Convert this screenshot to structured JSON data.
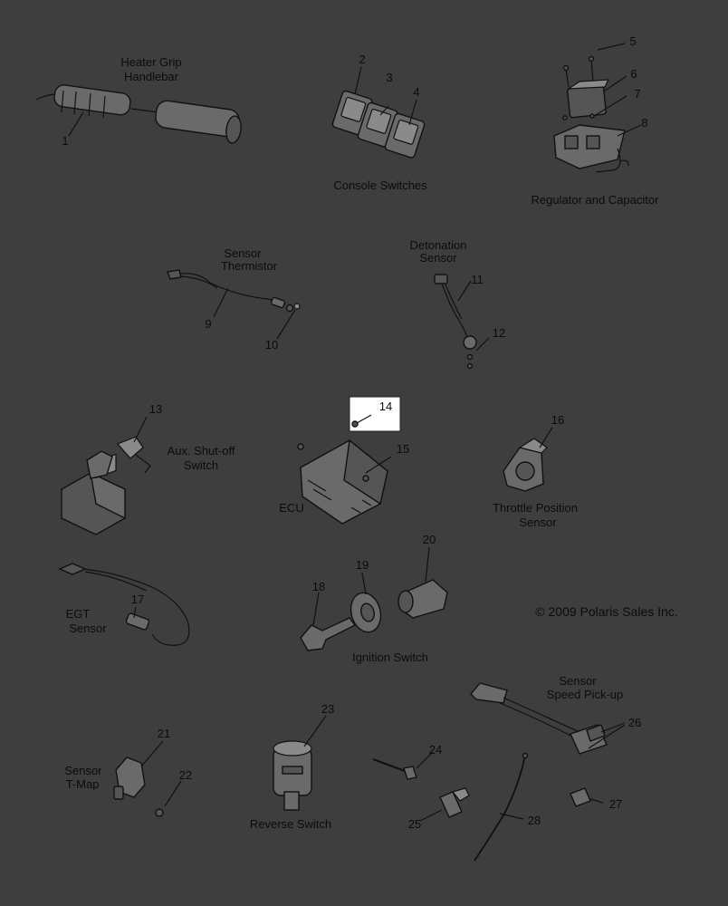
{
  "groups": {
    "heater_grip": [
      "Heater Grip",
      "Handlebar"
    ],
    "console_switches": "Console Switches",
    "regulator": "Regulator and Capacitor",
    "sensor_thermistor": [
      "Sensor",
      "Thermistor"
    ],
    "detonation_sensor": [
      "Detonation",
      "Sensor"
    ],
    "aux_shutoff": [
      "Aux. Shut-off",
      "Switch"
    ],
    "ecu": "ECU",
    "throttle_position": [
      "Throttle Position",
      "Sensor"
    ],
    "egt_sensor": [
      "EGT",
      "Sensor"
    ],
    "ignition_switch": "Ignition Switch",
    "speed_pickup": [
      "Sensor",
      "Speed Pick-up"
    ],
    "tmap_sensor": [
      "Sensor",
      "T-Map"
    ],
    "reverse_switch": "Reverse Switch"
  },
  "copyright": "© 2009 Polaris Sales Inc.",
  "part_numbers": [
    "1",
    "2",
    "3",
    "4",
    "5",
    "6",
    "7",
    "8",
    "9",
    "10",
    "11",
    "12",
    "13",
    "14",
    "15",
    "16",
    "17",
    "18",
    "19",
    "20",
    "21",
    "22",
    "23",
    "24",
    "25",
    "26",
    "27",
    "28"
  ],
  "highlighted_part": "14"
}
